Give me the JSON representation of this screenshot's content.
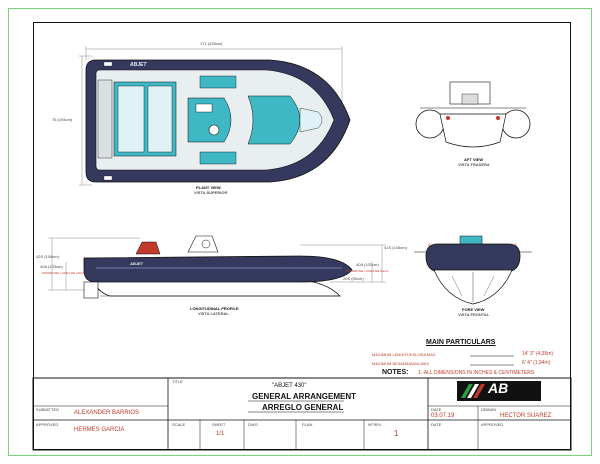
{
  "views": {
    "plan": {
      "title": "PLANT VIEW",
      "subtitle": "VISTA SUPERIOR",
      "length_dim": "171 (435cm)",
      "beam_dim": "76 (194cm)",
      "logo": "ABJET"
    },
    "aft": {
      "title": "AFT VIEW",
      "subtitle": "VISTA TRASERA"
    },
    "profile": {
      "title": "LONGITUDINAL PROFILE",
      "subtitle": "VISTA LATERAL",
      "dim_left_1": "42S (108cm)",
      "dim_left_2": "40A (103cm)",
      "dim_left_note": "WATERLINE / LINEA DE AGUA",
      "dim_right_1": "41S (105cm)",
      "dim_right_2": "40A (102cm)",
      "dim_right_note": "WATERLINE / LINEA DE AGUA",
      "dim_bottom": "20S (50cm)"
    },
    "bow": {
      "title": "FORE VIEW",
      "subtitle": "VISTA FRONTAL"
    }
  },
  "particulars": {
    "title": "MAIN PARTICULARS",
    "rows": [
      {
        "label": "MAXIMUM LENGHT/ESLORA MAX",
        "value": "14' 3\" (4,35m)"
      },
      {
        "label": "MAXIMUM BEAM/MANGA MAX",
        "value": "6' 4\" (1,94m)"
      }
    ],
    "notes_label": "NOTES:",
    "note_1": "1.-ALL DIMENSIONS IN INCHES & CENTIMETERS"
  },
  "title_block": {
    "title_label": "TITLE",
    "model": "\"ABJET 430\"",
    "title_en": "GENERAL ARRANGEMENT",
    "title_es": "ARREGLO GENERAL",
    "submitted_label": "SUBMITTED",
    "submitted_by": "ALEXANDER BARRIOS",
    "approved_label": "APPROVED",
    "approved_by": "HERMES GARCIA",
    "scale_label": "SCALE",
    "sheet_label": "SHEET",
    "sheet_value": "1/1",
    "dwg_label": "DWG",
    "plan_label": "PLAN",
    "rev_label": "Nº REV",
    "rev_value": "1",
    "date_label": "DATE",
    "date_value": "03.07.19",
    "drawn_label": "DRAWN",
    "drawn_by": "HECTOR SUAREZ",
    "date2_label": "DATE",
    "approved2_label": "APPROVED",
    "logo_text": "AB"
  },
  "colors": {
    "tube": "#36395e",
    "deck": "#3fb8c6",
    "accent": "#c0392b",
    "line": "#111111",
    "border": "#7bd67b"
  }
}
